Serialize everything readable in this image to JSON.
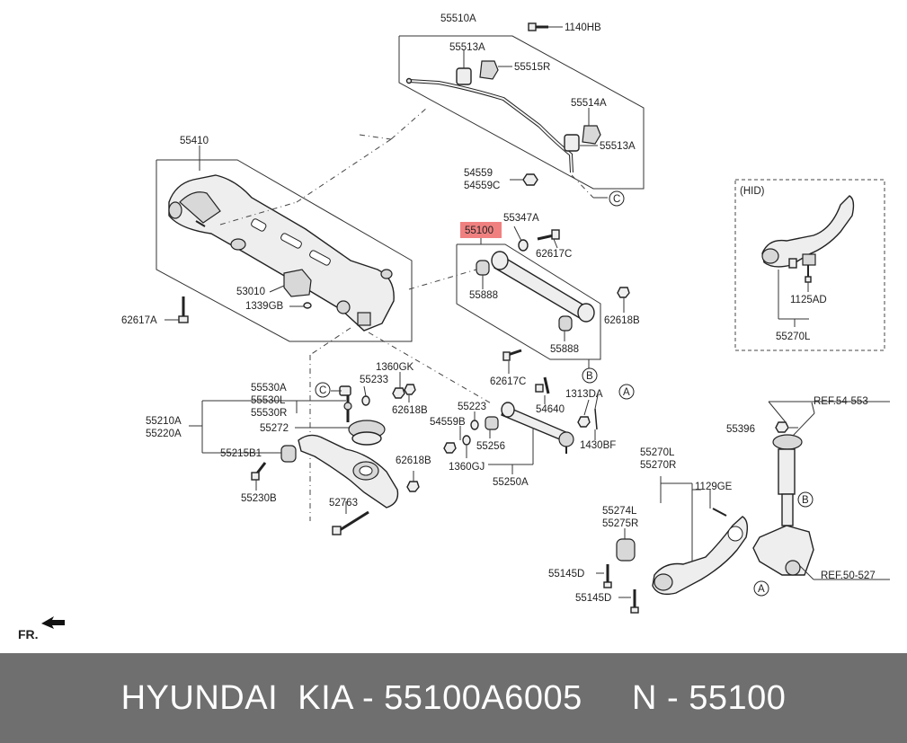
{
  "labels": {
    "l55510A": "55510A",
    "l1140HB": "1140HB",
    "l55513A_1": "55513A",
    "l55515R": "55515R",
    "l55514A": "55514A",
    "l55513A_2": "55513A",
    "l54559": "54559",
    "l54559C": "54559C",
    "l55410": "55410",
    "l53010": "53010",
    "l1339GB": "1339GB",
    "l62617A": "62617A",
    "l55100": "55100",
    "l55347A": "55347A",
    "l62617C_1": "62617C",
    "l55888_1": "55888",
    "l62618B_1": "62618B",
    "l55888_2": "55888",
    "l62617C_2": "62617C",
    "l1360GK": "1360GK",
    "l55233": "55233",
    "l62618B_2": "62618B",
    "l55530A": "55530A",
    "l55530L": "55530L",
    "l55530R": "55530R",
    "l55210A": "55210A",
    "l55220A": "55220A",
    "l55272": "55272",
    "l55215B1": "55215B1",
    "l55230B": "55230B",
    "l62618B_3": "62618B",
    "l52763": "52763",
    "l55223": "55223",
    "l54640": "54640",
    "l1313DA": "1313DA",
    "l54559B": "54559B",
    "l55256": "55256",
    "l1360GJ": "1360GJ",
    "l1430BF": "1430BF",
    "l55250A": "55250A",
    "lHID": "(HID)",
    "l1125AD": "1125AD",
    "l55270L_hid": "55270L",
    "lREF54": "REF.54-553",
    "l55396": "55396",
    "l55270L": "55270L",
    "l55270R": "55270R",
    "l1129GE": "1129GE",
    "l55274L": "55274L",
    "l55275R": "55275R",
    "l55145D_1": "55145D",
    "l55145D_2": "55145D",
    "lREF50": "REF.50-527",
    "lFR": "FR."
  },
  "circle_markers": {
    "c1": "C",
    "c2": "C",
    "b1": "B",
    "b2": "B",
    "a1": "A",
    "a2": "A"
  },
  "colors": {
    "highlight": "#f08080",
    "footer_bg": "#6f6f6f",
    "footer_text": "#ffffff"
  },
  "footer": {
    "text": "HYUNDAI  KIA - 55100A6005     N - 55100"
  }
}
